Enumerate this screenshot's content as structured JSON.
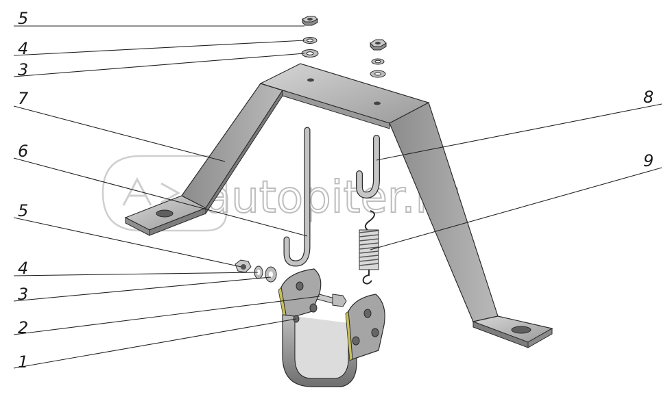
{
  "diagram": {
    "watermark": "autopiter.ru",
    "callouts": [
      {
        "id": "c-5-top",
        "label": "5"
      },
      {
        "id": "c-4-top",
        "label": "4"
      },
      {
        "id": "c-3-top",
        "label": "3"
      },
      {
        "id": "c-7",
        "label": "7"
      },
      {
        "id": "c-6",
        "label": "6"
      },
      {
        "id": "c-5-mid",
        "label": "5"
      },
      {
        "id": "c-4-low",
        "label": "4"
      },
      {
        "id": "c-3-low",
        "label": "3"
      },
      {
        "id": "c-2",
        "label": "2"
      },
      {
        "id": "c-1",
        "label": "1"
      },
      {
        "id": "c-8",
        "label": "8"
      },
      {
        "id": "c-9",
        "label": "9"
      }
    ],
    "colors": {
      "metal_light": "#c9c9c9",
      "metal_mid": "#a9a9a9",
      "metal_dark": "#7d7d7d",
      "edge": "#2b2b2b",
      "accent_edge": "#b8b04a"
    }
  }
}
